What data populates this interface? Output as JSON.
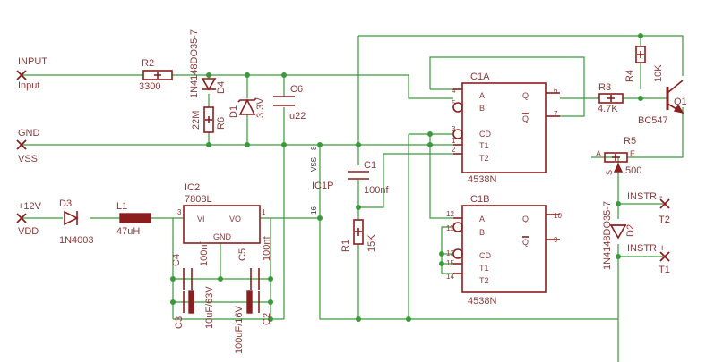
{
  "ports": {
    "input": "INPUT",
    "input_net": "Input",
    "gnd": "GND",
    "gnd_net": "VSS",
    "vcc": "+12V",
    "vcc_net": "VDD"
  },
  "components": {
    "r2": {
      "name": "R2",
      "value": "3300"
    },
    "d4": {
      "name": "D4",
      "value": "1N4148DO35-7"
    },
    "r6": {
      "name": "R6",
      "value": "22M"
    },
    "d1": {
      "name": "D1",
      "value": "3.3V"
    },
    "c6": {
      "name": "C6",
      "value": "u22"
    },
    "c1": {
      "name": "C1",
      "value": "100nf"
    },
    "r1": {
      "name": "R1",
      "value": "15K"
    },
    "ic1p": {
      "name": "IC1P"
    },
    "d3": {
      "name": "D3",
      "value": "1N4003"
    },
    "l1": {
      "name": "L1",
      "value": "47uH"
    },
    "ic2": {
      "name": "IC2",
      "value": "7808L",
      "vi": "VI",
      "vo": "VO",
      "gnd": "GND"
    },
    "c4": {
      "name": "C4",
      "value": "100nf"
    },
    "c5": {
      "name": "C5",
      "value": "100nf"
    },
    "c3": {
      "name": "C3",
      "value": "10uF/63V"
    },
    "c2": {
      "name": "C2",
      "value": "100uF/16V"
    },
    "ic1a": {
      "name": "IC1A",
      "part": "4538N",
      "pins": {
        "a": "A",
        "b": "B",
        "cd": "CD",
        "t1": "T1",
        "t2": "T2",
        "q": "Q",
        "qn": "Q"
      }
    },
    "ic1b": {
      "name": "IC1B",
      "part": "4538N",
      "pins": {
        "a": "A",
        "b": "B",
        "cd": "CD",
        "t1": "T1",
        "t2": "T2",
        "q": "Q",
        "qn": "Q"
      }
    },
    "r3": {
      "name": "R3",
      "value": "4.7K"
    },
    "r4": {
      "name": "R4",
      "value": "10K"
    },
    "q1": {
      "name": "Q1",
      "value": "BC547"
    },
    "r5": {
      "name": "R5",
      "value": "500",
      "a": "A",
      "e": "E",
      "s": "S"
    },
    "d2": {
      "name": "D2",
      "value": "1N4148DO35-7"
    },
    "t2": {
      "name": "T2",
      "label": "INSTR -"
    },
    "t1": {
      "name": "T1",
      "label": "INSTR +"
    }
  },
  "pin_numbers": {
    "ic1a": [
      "4",
      "5",
      "3",
      "1",
      "2",
      "6",
      "7"
    ],
    "ic1b": [
      "12",
      "11",
      "13",
      "15",
      "14",
      "10",
      "9"
    ],
    "ic2": [
      "3",
      "1"
    ],
    "power": [
      "VSS",
      "16",
      "8"
    ]
  },
  "colors": {
    "wire": "#3a9a3a",
    "symbol": "#8b1e1e",
    "text": "#8b3a3a"
  }
}
